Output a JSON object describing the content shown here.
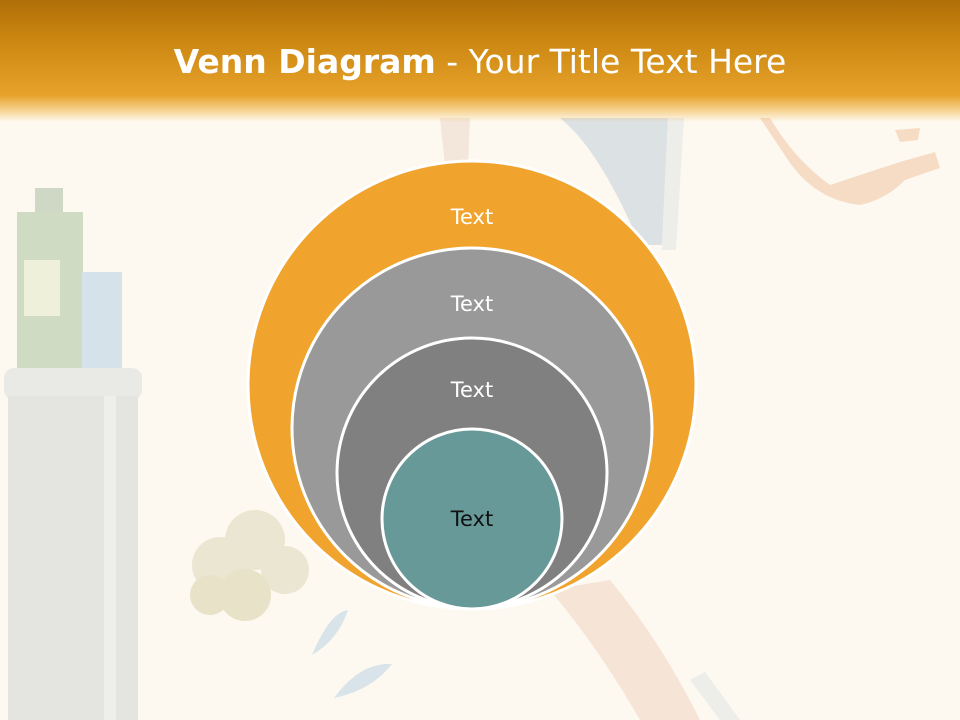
{
  "slide": {
    "title_bold": "Venn Diagram",
    "title_rest": " - Your Title Text Here"
  },
  "diagram": {
    "circles": [
      {
        "label": "Text",
        "color": "#f0a42e",
        "text_color": "#ffffff"
      },
      {
        "label": "Text",
        "color": "#999999",
        "text_color": "#ffffff"
      },
      {
        "label": "Text",
        "color": "#808080",
        "text_color": "#ffffff"
      },
      {
        "label": "Text",
        "color": "#679999",
        "text_color": "#111111"
      }
    ]
  },
  "colors": {
    "title_bar": "#d8921c",
    "background": "#fdf9f0",
    "circle_border": "#ffffff"
  }
}
